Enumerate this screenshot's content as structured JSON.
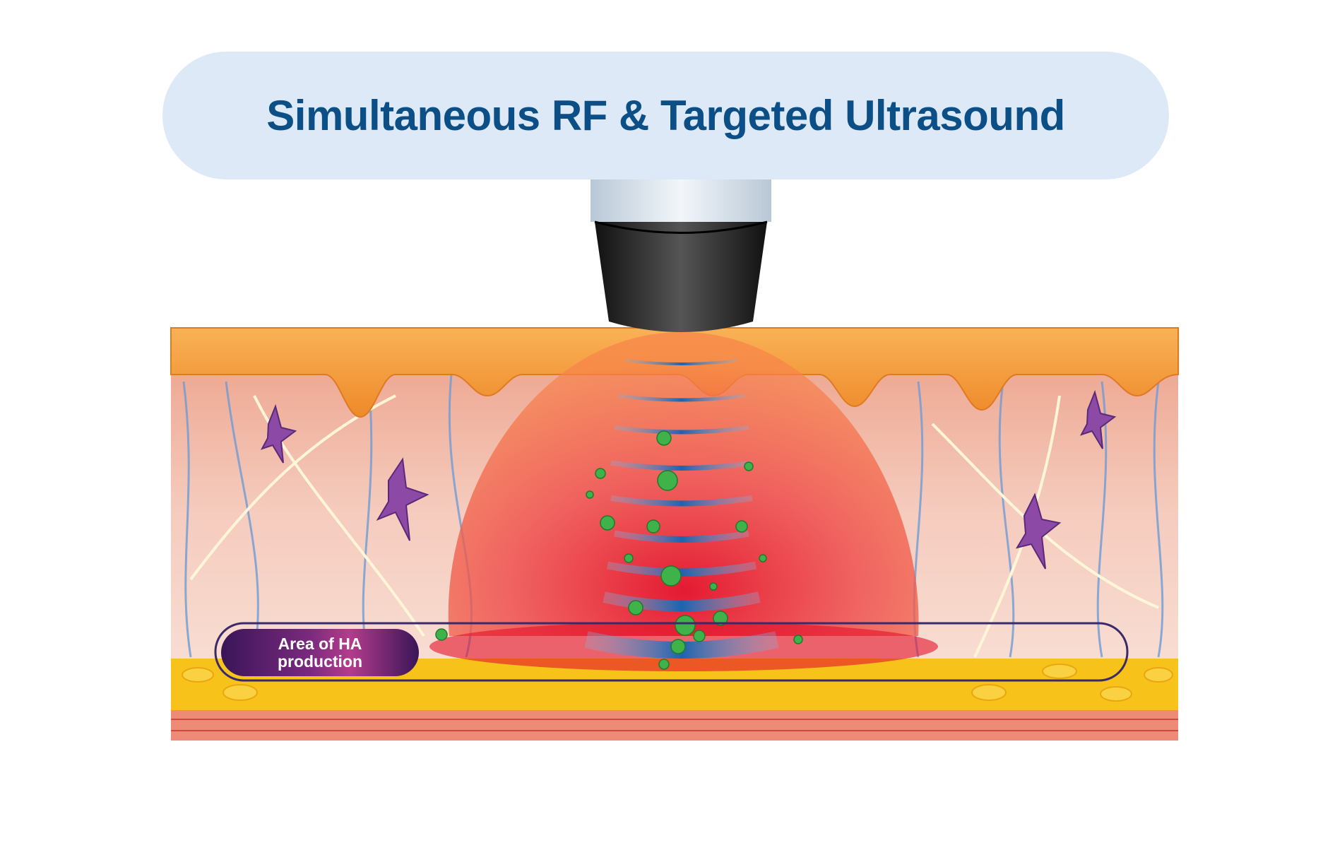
{
  "title": "Simultaneous RF & Targeted Ultrasound",
  "label": {
    "line1": "Area of HA",
    "line2": "production"
  },
  "colors": {
    "title_bg": "#dde9f6",
    "title_text": "#0b4f86",
    "label_bg": "#3a1558",
    "epidermis": "#f3a23c",
    "dermis": "#f2c2b2",
    "fat": "#f7c21a",
    "rf_zone": "#e8303a"
  }
}
